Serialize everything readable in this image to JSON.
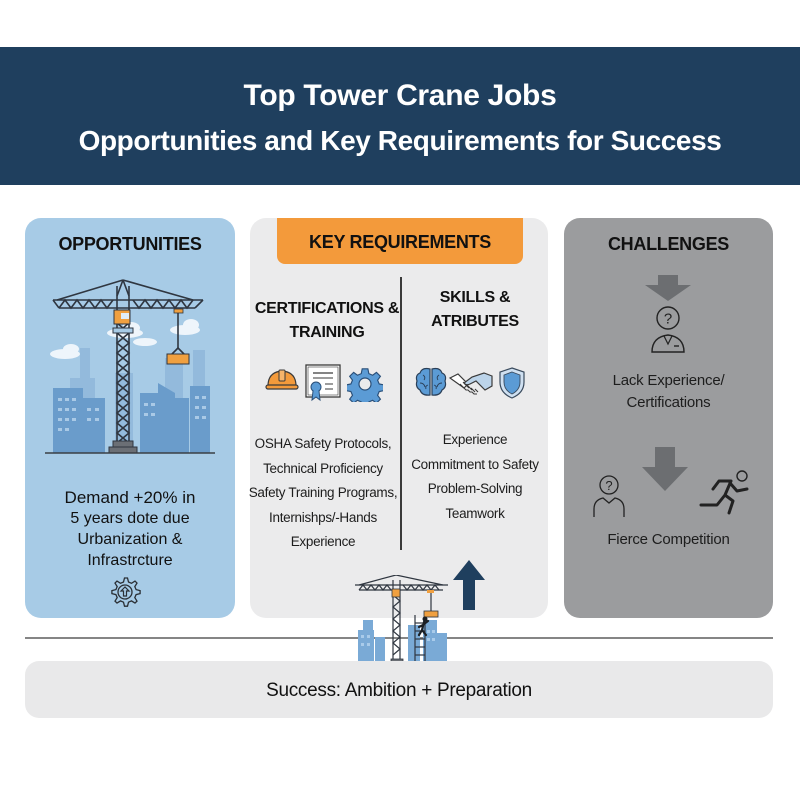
{
  "header": {
    "title": "Top Tower Crane Jobs",
    "subtitle": "Opportunities and Key Requirements for Success"
  },
  "colors": {
    "header_bg": "#1f3f5e",
    "opportunities_bg": "#a7cbe6",
    "requirements_bg": "#ebebec",
    "requirements_badge": "#f39a3b",
    "challenges_bg": "#9b9c9e",
    "bottom_bar_bg": "#e9e9ea",
    "icon_blue": "#5b9bd5",
    "icon_orange": "#f39a3b",
    "arrow_navy": "#1f3f5e"
  },
  "opportunities": {
    "title": "OPPORTUNITIES",
    "illustration": "tower-crane-city-illustration",
    "text_lines": [
      "Demand +20% in",
      "5 years dote due",
      "Urbanization &",
      "Infrastrcture"
    ],
    "icon": "gear-up-arrow-icon"
  },
  "key_requirements": {
    "title": "KEY REQUIREMENTS",
    "certifications": {
      "title_lines": [
        "CERTIFICATIONS &",
        "TRAINING"
      ],
      "icons": [
        "hard-hat-icon",
        "certificate-icon",
        "gear-icon"
      ],
      "items": [
        "OSHA Safety Protocols,",
        "Technical Proficiency",
        "Safety Training Programs,",
        "Internishps/-Hands",
        "Experience"
      ]
    },
    "skills": {
      "title_lines": [
        "SKILLS &",
        "ATRIBUTES"
      ],
      "icons": [
        "brain-icon",
        "handshake-icon",
        "shield-icon"
      ],
      "items": [
        "Experience",
        "Commitment to Safety",
        "Problem-Solving",
        "Teamwork"
      ]
    },
    "arrow_icon": "up-arrow-icon"
  },
  "challenges": {
    "title": "CHALLENGES",
    "items": [
      {
        "icon": "person-question-icon",
        "label_lines": [
          "Lack Experience/",
          "Certifications"
        ]
      },
      {
        "icon": "runner-icon",
        "label_lines": [
          "Fierce Competition"
        ]
      }
    ]
  },
  "footer": {
    "illustration": "crane-ladder-climber-illustration",
    "label": "Success: Ambition + Preparation"
  }
}
